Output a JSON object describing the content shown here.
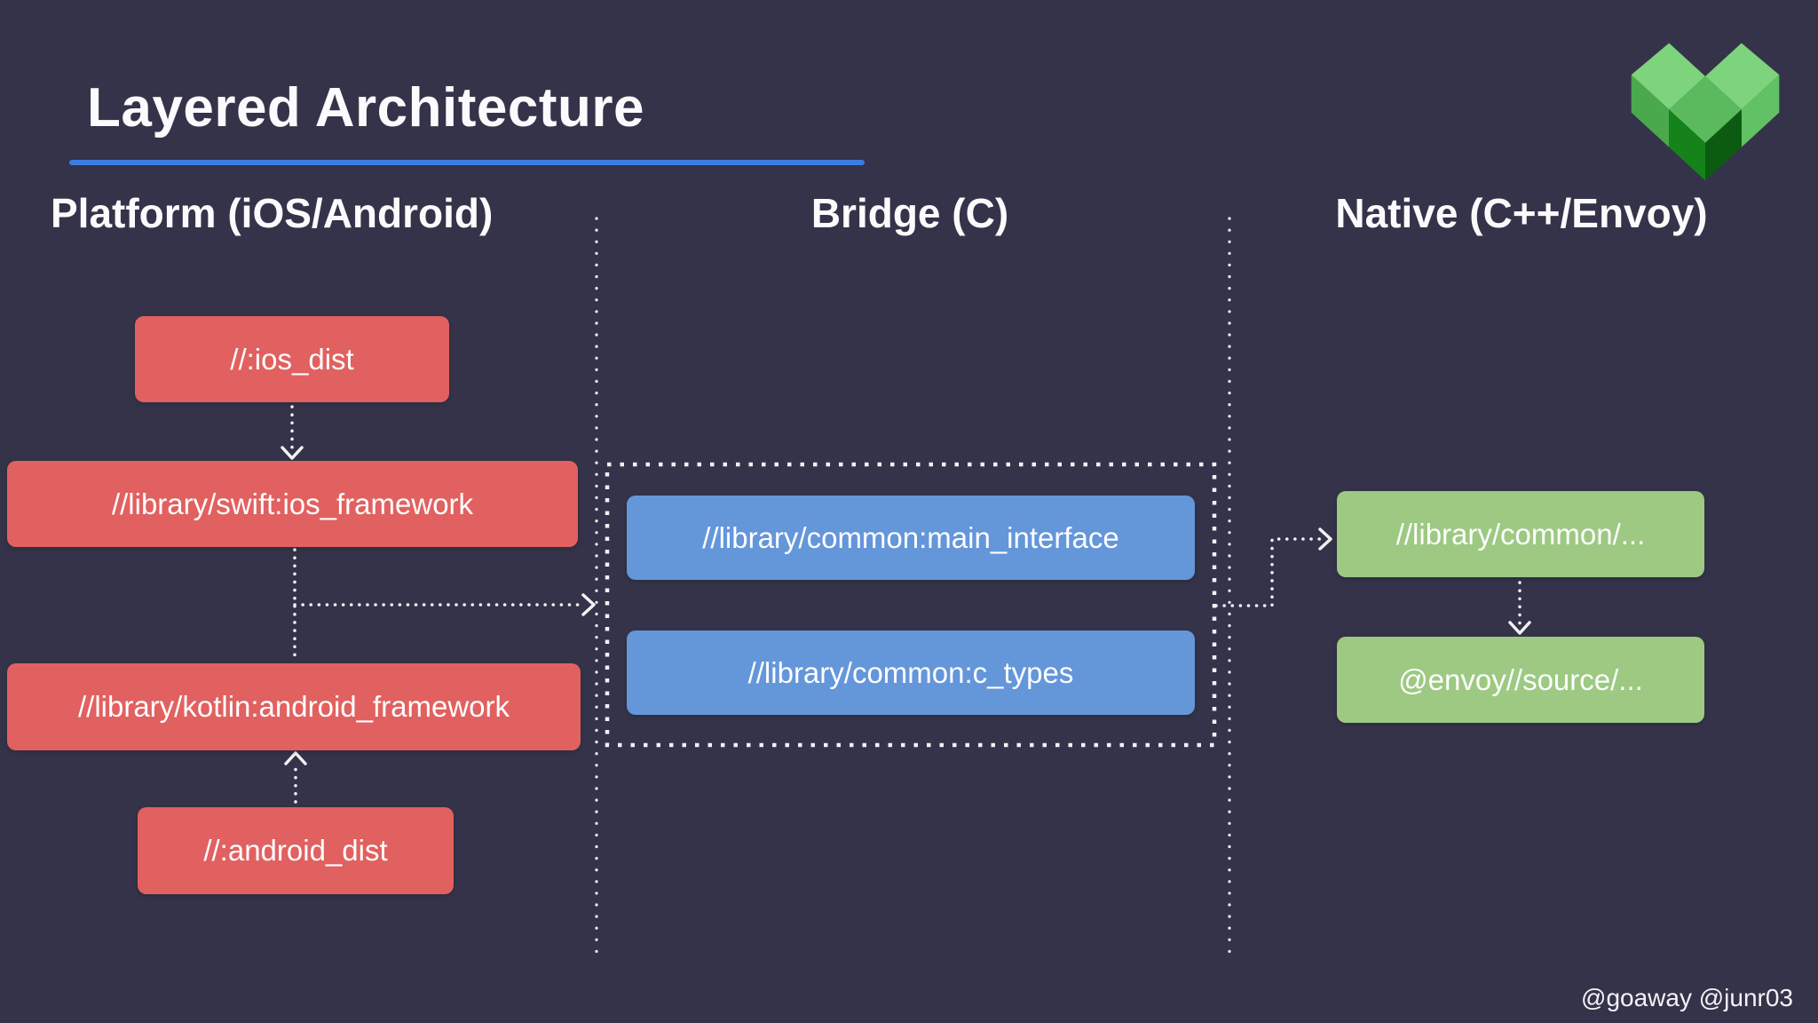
{
  "slide": {
    "title": "Layered Architecture",
    "footer_credits": "@goaway @junr03",
    "logo": "bazel-logo"
  },
  "diagram": {
    "platform": {
      "header": "Platform (iOS/Android)",
      "node_color": "#e16160",
      "nodes": [
        {
          "id": "ios_dist",
          "label": "//:ios_dist"
        },
        {
          "id": "ios_framework",
          "label": "//library/swift:ios_framework"
        },
        {
          "id": "android_framework",
          "label": "//library/kotlin:android_framework"
        },
        {
          "id": "android_dist",
          "label": "//:android_dist"
        }
      ]
    },
    "bridge": {
      "header": "Bridge (C)",
      "node_color": "#6496da",
      "group_outline": "dotted",
      "nodes": [
        {
          "id": "main_interface",
          "label": "//library/common:main_interface"
        },
        {
          "id": "c_types",
          "label": "//library/common:c_types"
        }
      ]
    },
    "native": {
      "header": "Native (C++/Envoy)",
      "node_color": "#9dc982",
      "nodes": [
        {
          "id": "common",
          "label": "//library/common/..."
        },
        {
          "id": "envoy_source",
          "label": "@envoy//source/..."
        }
      ]
    },
    "edges": [
      {
        "from": "ios_dist",
        "to": "ios_framework",
        "style": "dotted-arrow"
      },
      {
        "from": "ios_framework",
        "to": "bridge_group",
        "style": "dotted-arrow"
      },
      {
        "from": "android_framework",
        "to": "bridge_group",
        "style": "dotted-arrow"
      },
      {
        "from": "android_dist",
        "to": "android_framework",
        "style": "dotted-arrow"
      },
      {
        "from": "bridge_group",
        "to": "common",
        "style": "dotted-arrow"
      },
      {
        "from": "common",
        "to": "envoy_source",
        "style": "dotted-arrow"
      }
    ]
  },
  "colors": {
    "background": "#353349",
    "title_underline": "#3c7de2",
    "platform_node": "#e16160",
    "bridge_node": "#6496da",
    "native_node": "#9dc982",
    "text": "#f7f7f9"
  }
}
